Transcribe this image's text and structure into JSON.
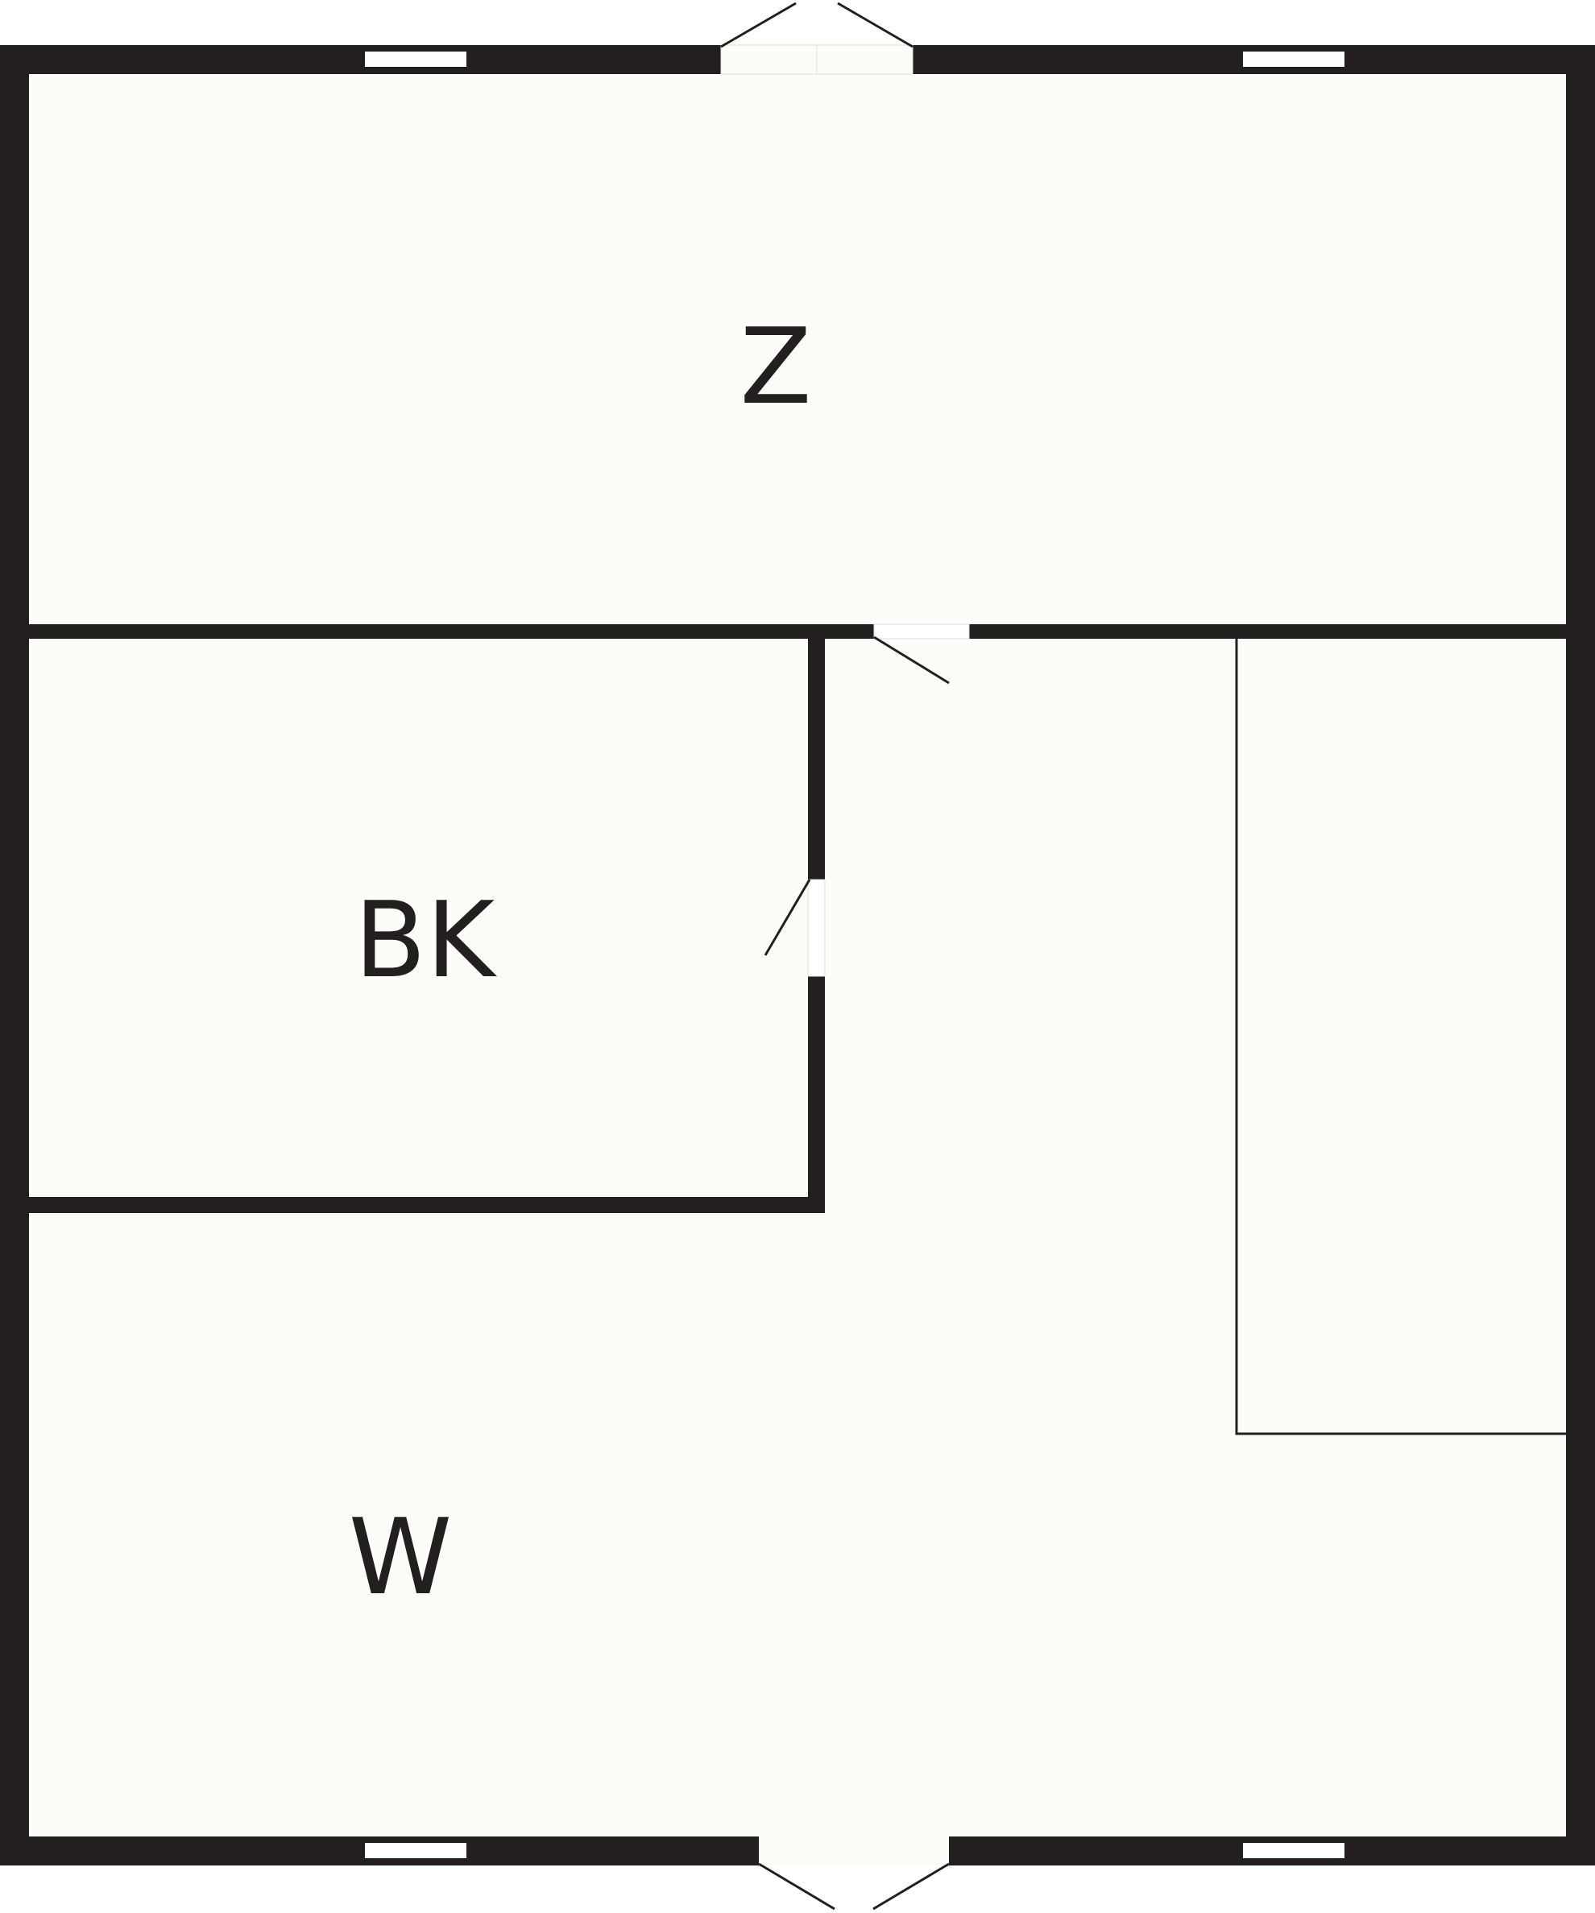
{
  "colors": {
    "wall": "#231f20",
    "floor": "#fdfdf8",
    "opening": "#ffffff"
  },
  "rooms": [
    {
      "id": "room-z",
      "label": "Z"
    },
    {
      "id": "room-bk",
      "label": "BK"
    },
    {
      "id": "room-w",
      "label": "W"
    }
  ]
}
